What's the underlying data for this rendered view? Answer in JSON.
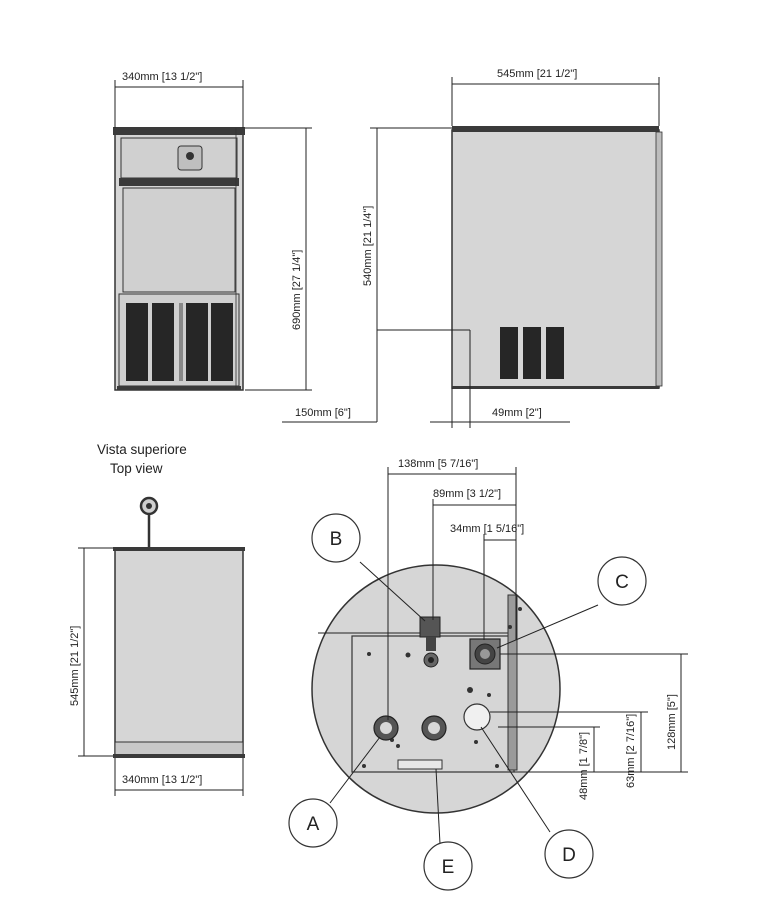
{
  "dimensions": {
    "front_width": "340mm [13 1/2\"]",
    "side_depth": "545mm [21 1/2\"]",
    "front_height": "690mm [27 1/4\"]",
    "side_height": "540mm [21 1/4\"]",
    "leg_offset": "150mm [6\"]",
    "foot_depth": "49mm [2\"]",
    "top_depth": "545mm [21 1/2\"]",
    "top_width": "340mm [13 1/2\"]",
    "rear_138": "138mm [5 7/16\"]",
    "rear_89": "89mm [3 1/2\"]",
    "rear_34": "34mm [1 5/16\"]",
    "rear_128": "128mm [5\"]",
    "rear_63": "63mm [2 7/16\"]",
    "rear_48": "48mm [1 7/8\"]"
  },
  "captions": {
    "top_view_it": "Vista superiore",
    "top_view_en": "Top view"
  },
  "callouts": {
    "A": "A",
    "B": "B",
    "C": "C",
    "D": "D",
    "E": "E"
  },
  "colors": {
    "cabinet_fill": "#d6d6d6",
    "outline": "#333333",
    "grill": "#262626"
  }
}
